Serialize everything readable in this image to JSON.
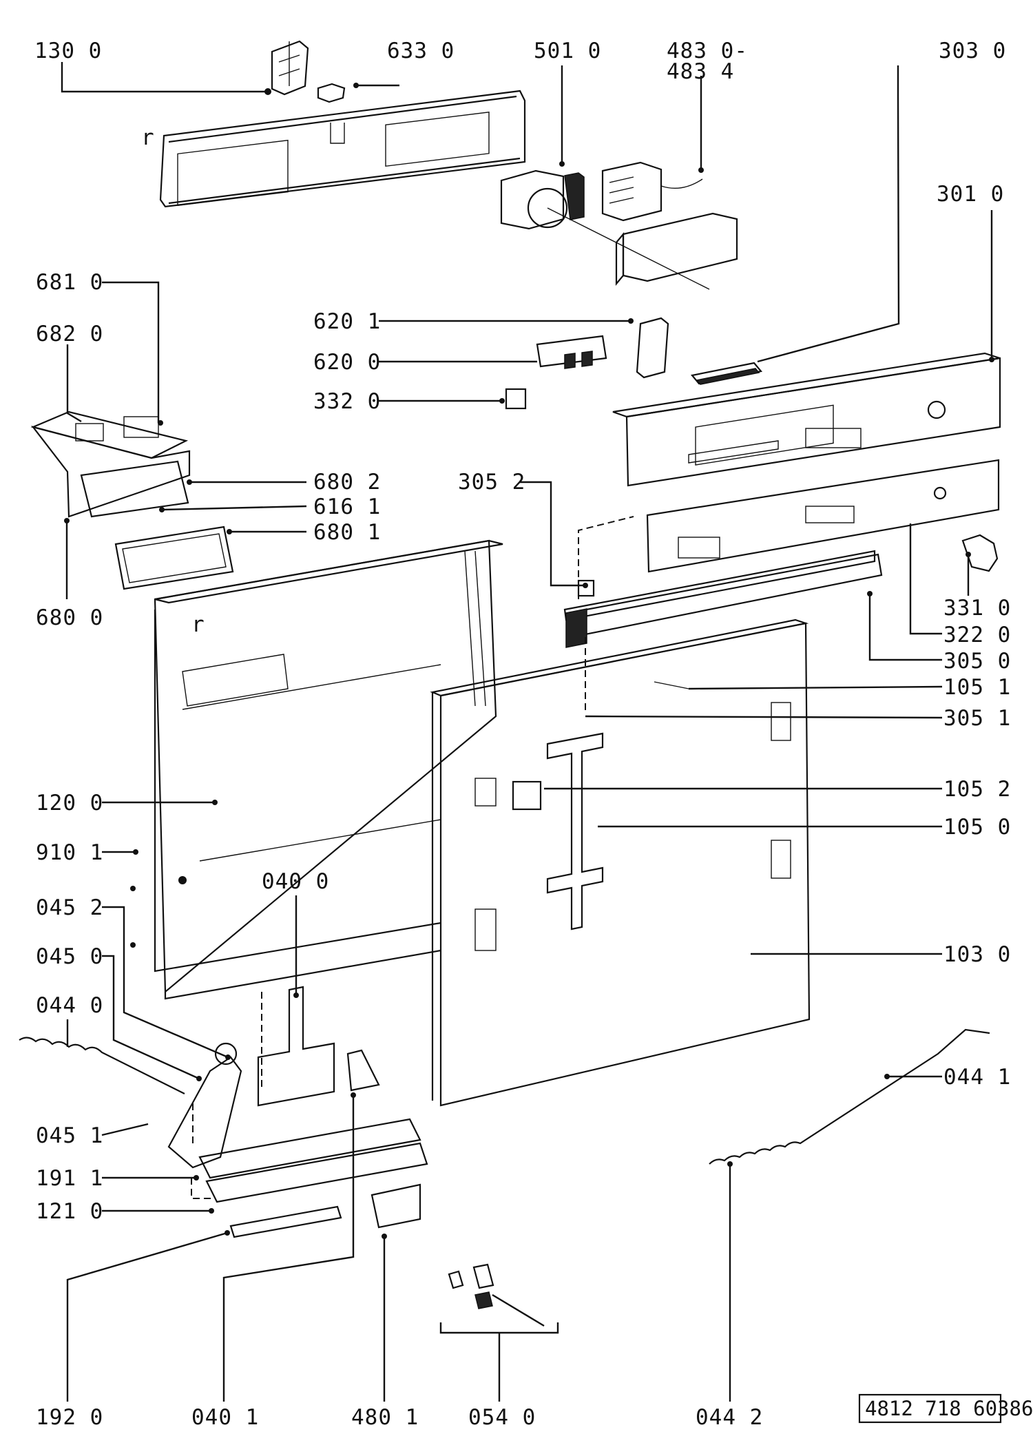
{
  "drawing_number": "4812 718 60386",
  "labels": [
    {
      "id": "130-0",
      "text": "130 0"
    },
    {
      "id": "633-0",
      "text": "633 0"
    },
    {
      "id": "501-0",
      "text": "501 0"
    },
    {
      "id": "483-0",
      "text": "483 0-"
    },
    {
      "id": "483-4",
      "text": "483 4"
    },
    {
      "id": "303-0",
      "text": "303 0"
    },
    {
      "id": "301-0",
      "text": "301 0"
    },
    {
      "id": "681-0",
      "text": "681 0"
    },
    {
      "id": "682-0",
      "text": "682 0"
    },
    {
      "id": "620-1",
      "text": "620 1"
    },
    {
      "id": "620-0",
      "text": "620 0"
    },
    {
      "id": "332-0",
      "text": "332 0"
    },
    {
      "id": "680-2",
      "text": "680 2"
    },
    {
      "id": "616-1",
      "text": "616 1"
    },
    {
      "id": "305-2",
      "text": "305 2"
    },
    {
      "id": "680-1",
      "text": "680 1"
    },
    {
      "id": "680-0",
      "text": "680 0"
    },
    {
      "id": "331-0",
      "text": "331 0"
    },
    {
      "id": "322-0",
      "text": "322 0"
    },
    {
      "id": "305-0",
      "text": "305 0"
    },
    {
      "id": "105-1",
      "text": "105 1"
    },
    {
      "id": "305-1",
      "text": "305 1"
    },
    {
      "id": "105-2",
      "text": "105 2"
    },
    {
      "id": "120-0",
      "text": "120 0"
    },
    {
      "id": "105-0",
      "text": "105 0"
    },
    {
      "id": "910-1",
      "text": "910 1"
    },
    {
      "id": "040-0",
      "text": "040 0"
    },
    {
      "id": "045-2",
      "text": "045 2"
    },
    {
      "id": "103-0",
      "text": "103 0"
    },
    {
      "id": "045-0",
      "text": "045 0"
    },
    {
      "id": "044-0",
      "text": "044 0"
    },
    {
      "id": "044-1",
      "text": "044 1"
    },
    {
      "id": "045-1",
      "text": "045 1"
    },
    {
      "id": "191-1",
      "text": "191 1"
    },
    {
      "id": "121-0",
      "text": "121 0"
    },
    {
      "id": "192-0",
      "text": "192 0"
    },
    {
      "id": "040-1",
      "text": "040 1"
    },
    {
      "id": "480-1",
      "text": "480 1"
    },
    {
      "id": "054-0",
      "text": "054 0"
    },
    {
      "id": "044-2",
      "text": "044 2"
    }
  ]
}
